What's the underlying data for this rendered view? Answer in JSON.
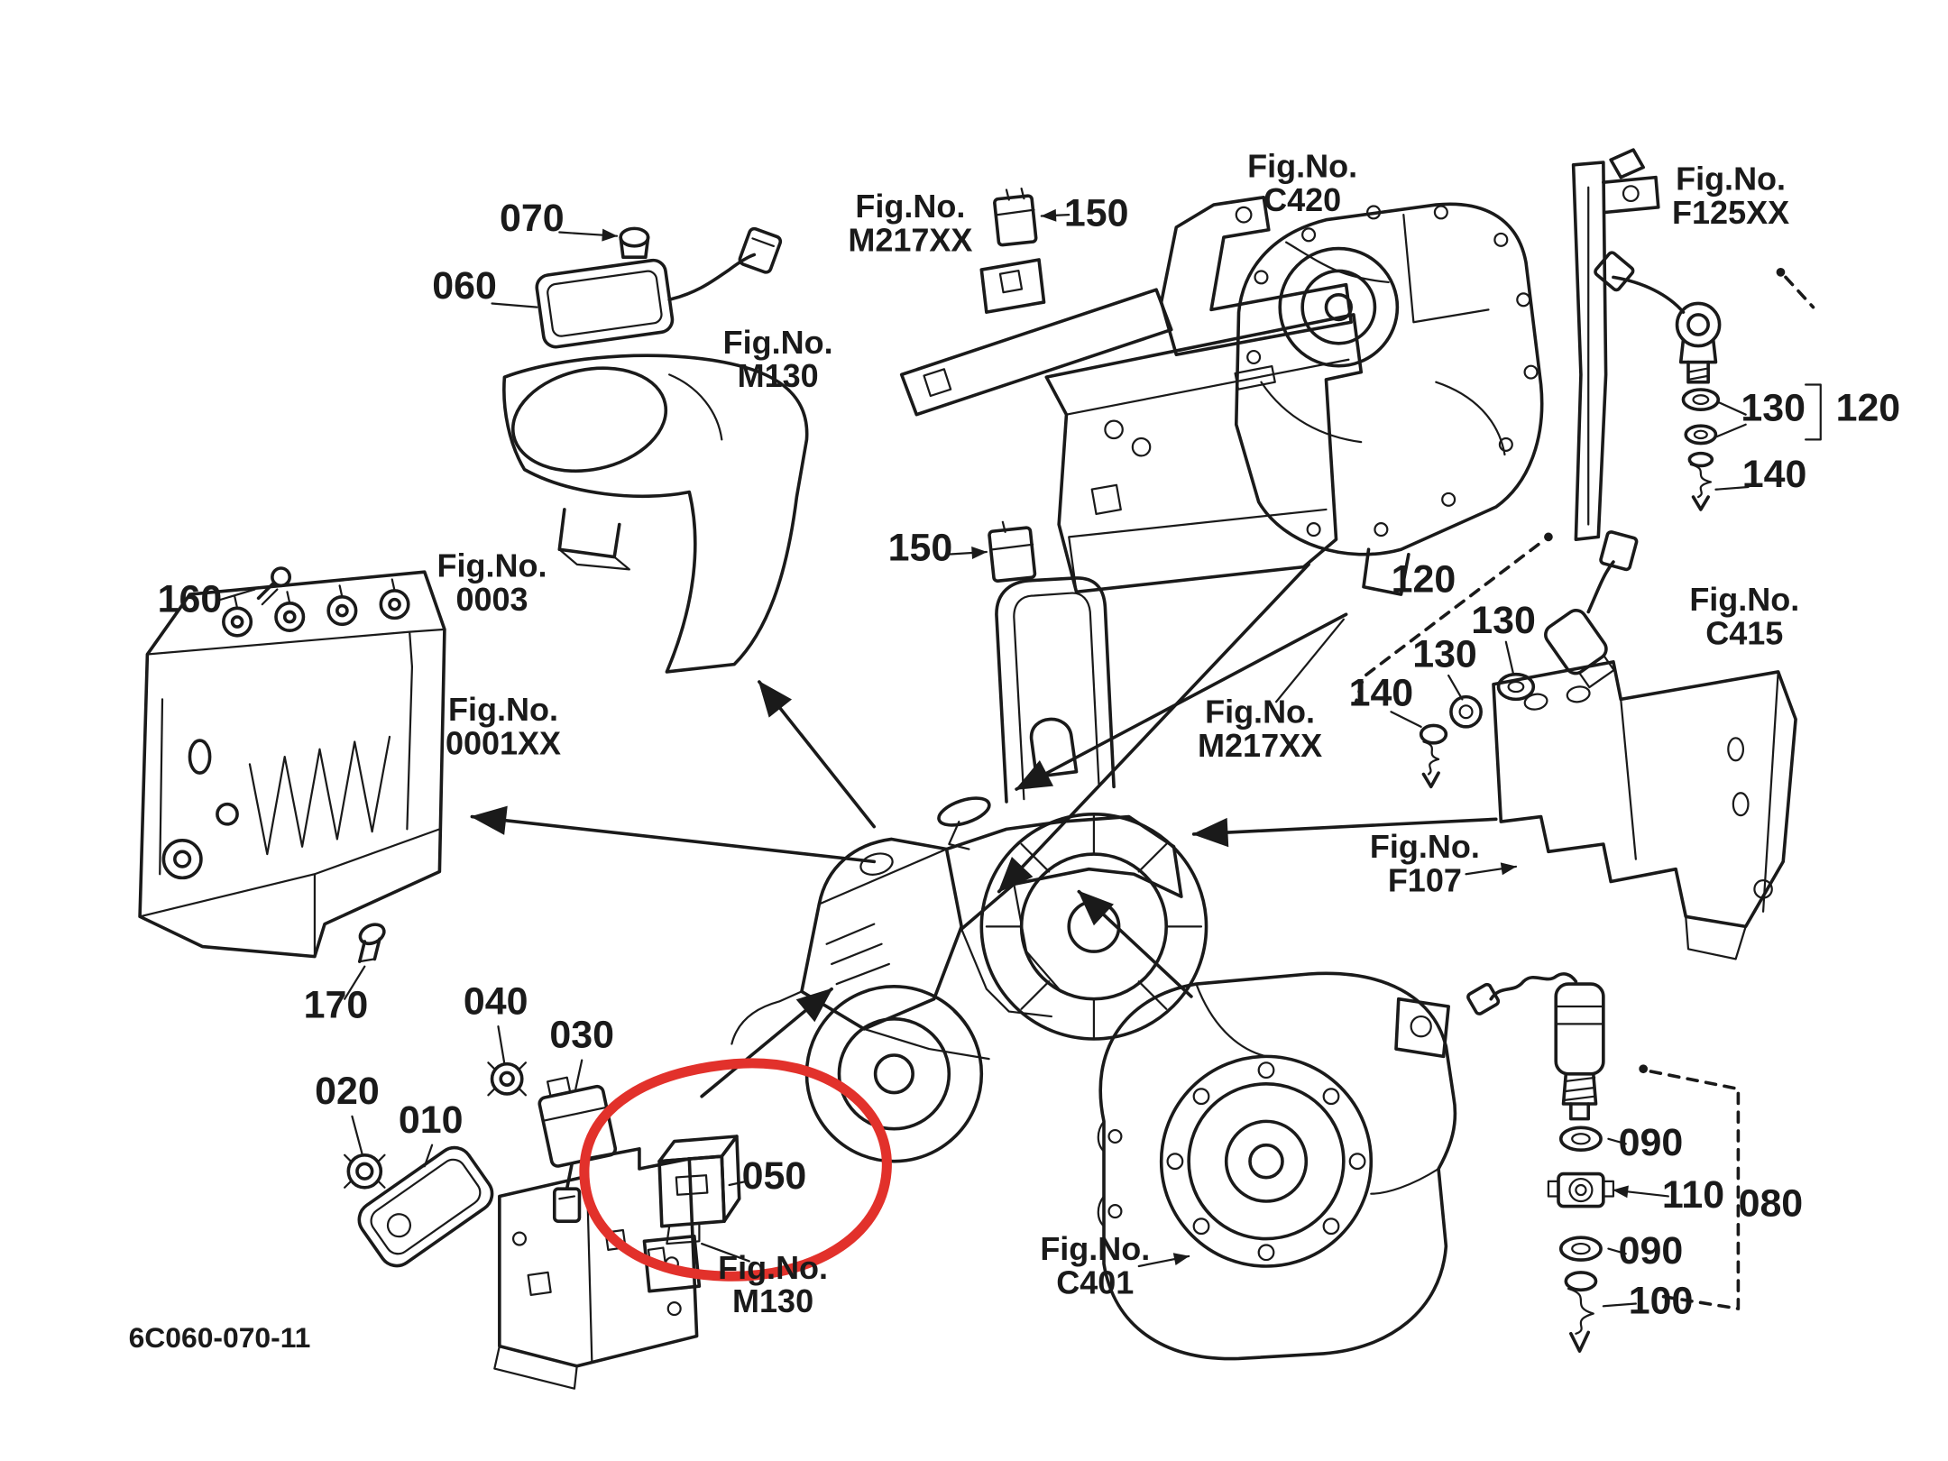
{
  "drawing": {
    "number": "6C060-070-11"
  },
  "colors": {
    "ink": "#1a1a1a",
    "highlight": "#e2312b",
    "paper": "#ffffff"
  },
  "fig": {
    "prefix": "Fig.No."
  },
  "figs": {
    "m130_top": "M130",
    "m217xx_top": "M217XX",
    "c420": "C420",
    "f125xx": "F125XX",
    "e0003": "0003",
    "e0001xx": "0001XX",
    "c415": "C415",
    "m217xx_mid": "M217XX",
    "f107": "F107",
    "m130_bottom": "M130",
    "c401": "C401"
  },
  "callouts": {
    "n010": "010",
    "n020": "020",
    "n030": "030",
    "n040": "040",
    "n050": "050",
    "n060": "060",
    "n070": "070",
    "n080": "080",
    "n090a": "090",
    "n090b": "090",
    "n100": "100",
    "n110": "110",
    "n120_right": "120",
    "n120_mid": "120",
    "n130_right": "130",
    "n130_mid_a": "130",
    "n130_mid_b": "130",
    "n140_right": "140",
    "n140_mid": "140",
    "n150_top": "150",
    "n150_mid": "150",
    "n160": "160",
    "n170": "170"
  }
}
